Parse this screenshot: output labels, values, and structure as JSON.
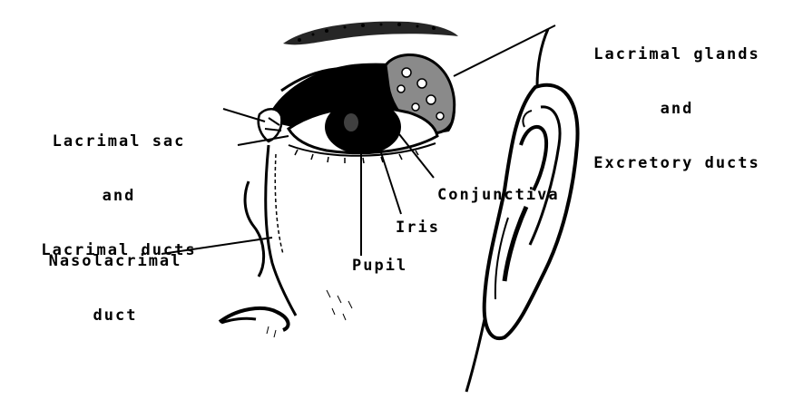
{
  "labels": {
    "lacrimal_glands": [
      "Lacrimal glands",
      "and",
      "Excretory ducts"
    ],
    "lacrimal_sac": [
      "Lacrimal sac",
      "and",
      "Lacrimal ducts"
    ],
    "nasolacrimal": [
      "Nasolacrimal",
      "duct"
    ],
    "conjunctiva": "Conjunctiva",
    "iris": "Iris",
    "pupil": "Pupil"
  },
  "colors": {
    "ink": "#000000",
    "paper": "#ffffff",
    "gland_shade": "#8a8a8a"
  }
}
